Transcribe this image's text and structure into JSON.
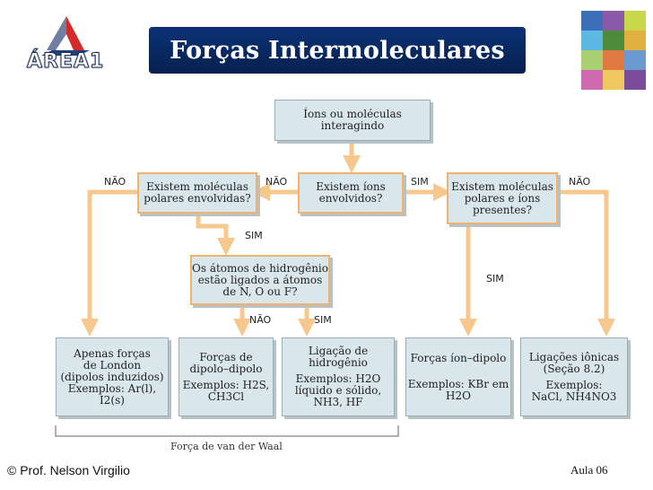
{
  "header": {
    "title": "Forças Intermoleculares",
    "logo_text": "ÁREA1"
  },
  "footer": {
    "author": "© Prof. Nelson Virgilio",
    "lesson": "Aula 06"
  },
  "diagram": {
    "start": [
      "Íons ou moléculas",
      "interagindo"
    ],
    "q_ions": [
      "Existem íons",
      "envolvidos?"
    ],
    "q_polar": [
      "Existem moléculas",
      "polares envolvidas?"
    ],
    "q_polar_ions": [
      "Existem moléculas",
      "polares e íons",
      "presentes?"
    ],
    "q_hydrogen": [
      "Os átomos de hidrogênio",
      "estão ligados a átomos",
      "de N, O ou F?"
    ],
    "labels": {
      "nao_polar": "NÃO",
      "nao_ions": "NÃO",
      "sim_ions": "SIM",
      "nao_polar_ions": "NÃO",
      "sim_polar": "SIM",
      "nao_h": "NÃO",
      "sim_h": "SIM",
      "sim_polar_ions": "SIM"
    },
    "results": {
      "london": {
        "text": [
          "Apenas forças",
          "de London",
          "(dipolos induzidos)"
        ],
        "example": [
          "Exemplos: Ar(l),",
          "I2(s)"
        ]
      },
      "dipole": {
        "text": [
          "Forças de",
          "dipolo–dipolo"
        ],
        "example": [
          "Exemplos: H2S,",
          "CH3Cl"
        ]
      },
      "hbond": {
        "text": [
          "Ligação de",
          "hidrogênio"
        ],
        "example": [
          "Exemplos: H2O",
          "líquido e sólido,",
          "NH3, HF"
        ]
      },
      "ion_dipole": {
        "text": [
          "Forças íon–dipolo"
        ],
        "example": [
          "Exemplos: KBr em",
          "H2O"
        ]
      },
      "ionic": {
        "text": [
          "Ligações iônicas",
          "(Seção 8.2)"
        ],
        "example": [
          "Exemplos:",
          "NaCl, NH4NO3"
        ]
      }
    },
    "bracket_label": "Força de van der Waal"
  },
  "colors": {
    "title_bg": "#0a2b66",
    "arrow": "#f6c88e",
    "arrow_outline": "#e9a85b",
    "box_bg": "#d9e7ec",
    "box_border": "#98adb6"
  },
  "icons": {
    "logo": "area1-logo-icon",
    "photo_collage": "photo-collage-icon"
  }
}
